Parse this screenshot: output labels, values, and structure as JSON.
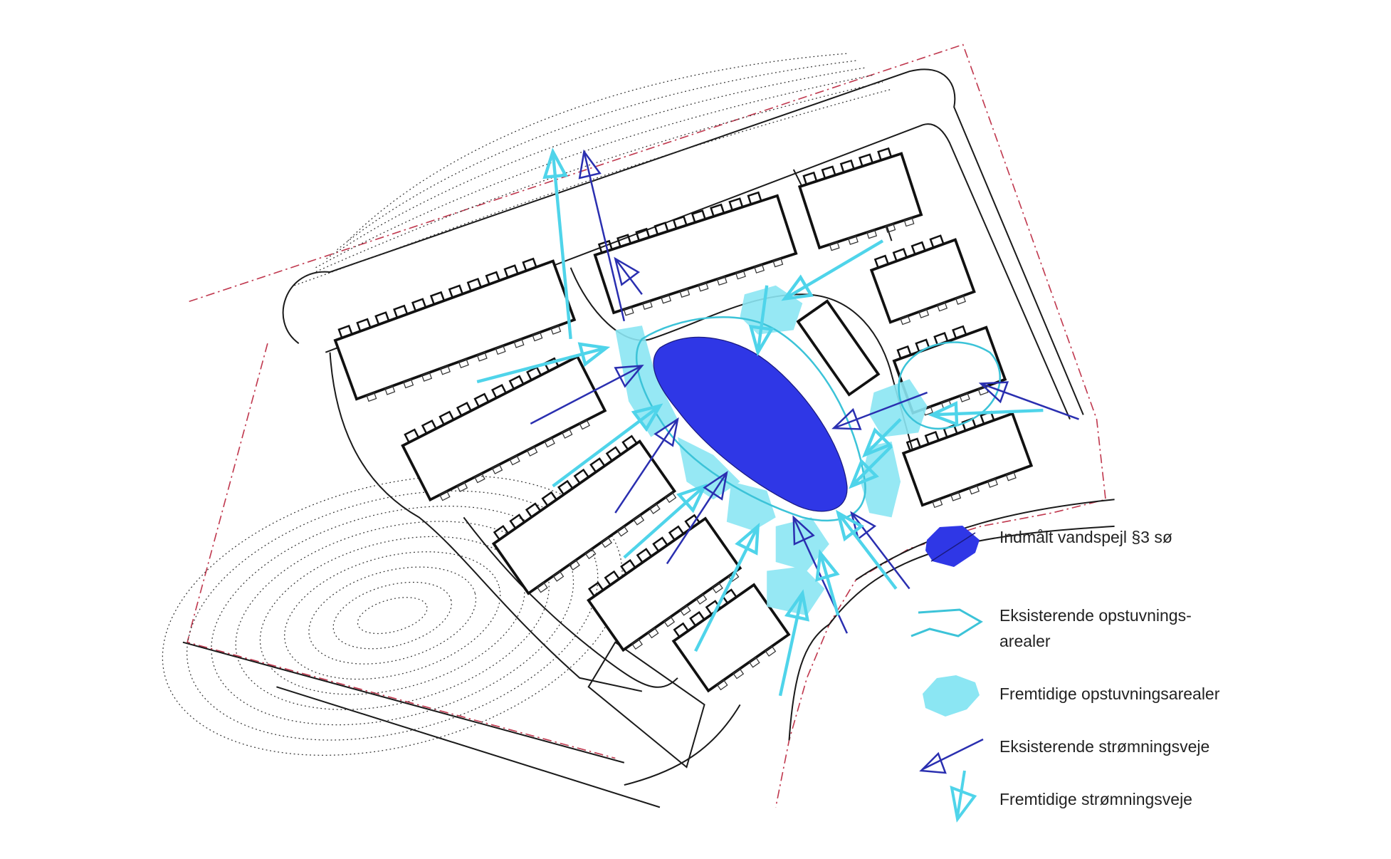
{
  "legend": {
    "items": [
      {
        "label": "Indmålt vandspejl §3 sø",
        "symbol": "pond-polygon-icon",
        "color": "#2f37e6"
      },
      {
        "label_line1": "Eksisterende opstuvnings-",
        "label_line2": "arealer",
        "symbol": "outline-polygon-icon",
        "color": "#3cc3d8"
      },
      {
        "label": "Fremtidige opstuvningsarealer",
        "symbol": "filled-polygon-icon",
        "color": "#7fe3f2"
      },
      {
        "label": "Eksisterende strømningsveje",
        "symbol": "arrow-icon",
        "color": "#2a2fb0"
      },
      {
        "label": "Fremtidige strømningsveje",
        "symbol": "arrow-icon",
        "color": "#4fd4ea"
      }
    ]
  },
  "colors": {
    "pond": "#2f37e6",
    "existing_flow": "#2a2fb0",
    "future_flow": "#4fd4ea",
    "future_area": "#8be6f3",
    "boundary": "#c0394f",
    "sketch": "#1a1a1a"
  }
}
